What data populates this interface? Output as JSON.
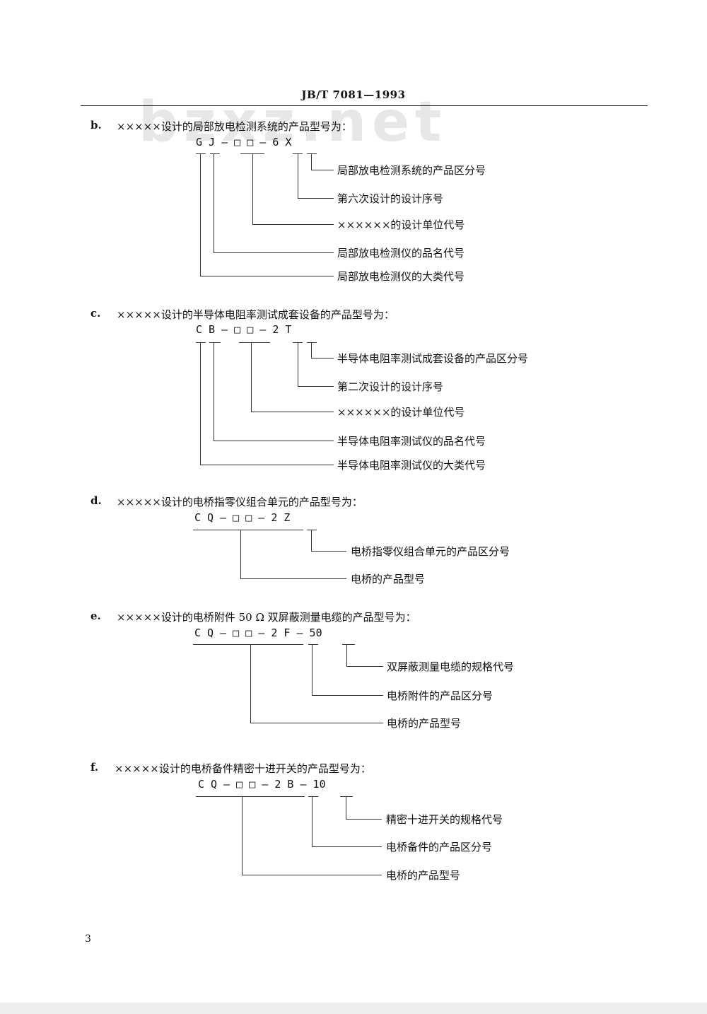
{
  "header": {
    "standard_code": "JB/T 7081—1993"
  },
  "watermark": "bzxz.net",
  "sections": [
    {
      "marker": "b.",
      "title": "×××××设计的局部放电检测系统的产品型号为：",
      "code": "G J — □ □ — 6 X",
      "labels": [
        "局部放电检测系统的产品区分号",
        "第六次设计的设计序号",
        "××××××的设计单位代号",
        "局部放电检测仪的品名代号",
        "局部放电检测仪的大类代号"
      ]
    },
    {
      "marker": "c.",
      "title": "×××××设计的半导体电阻率测试成套设备的产品型号为：",
      "code": "C B — □ □ — 2 T",
      "labels": [
        "半导体电阻率测试成套设备的产品区分号",
        "第二次设计的设计序号",
        "××××××的设计单位代号",
        "半导体电阻率测试仪的品名代号",
        "半导体电阻率测试仪的大类代号"
      ]
    },
    {
      "marker": "d.",
      "title": "×××××设计的电桥指零仪组合单元的产品型号为：",
      "code": "C Q — □ □ — 2 Z",
      "labels": [
        "电桥指零仪组合单元的产品区分号",
        "电桥的产品型号"
      ]
    },
    {
      "marker": "e.",
      "title": "×××××设计的电桥附件 50 Ω 双屏蔽测量电缆的产品型号为：",
      "code": "C Q — □ □ — 2 F — 50",
      "labels": [
        "双屏蔽测量电缆的规格代号",
        "电桥附件的产品区分号",
        "电桥的产品型号"
      ]
    },
    {
      "marker": "f.",
      "title": "×××××设计的电桥备件精密十进开关的产品型号为：",
      "code": "C Q — □ □ — 2 B — 10",
      "labels": [
        "精密十进开关的规格代号",
        "电桥备件的产品区分号",
        "电桥的产品型号"
      ]
    }
  ],
  "page_number": "3"
}
